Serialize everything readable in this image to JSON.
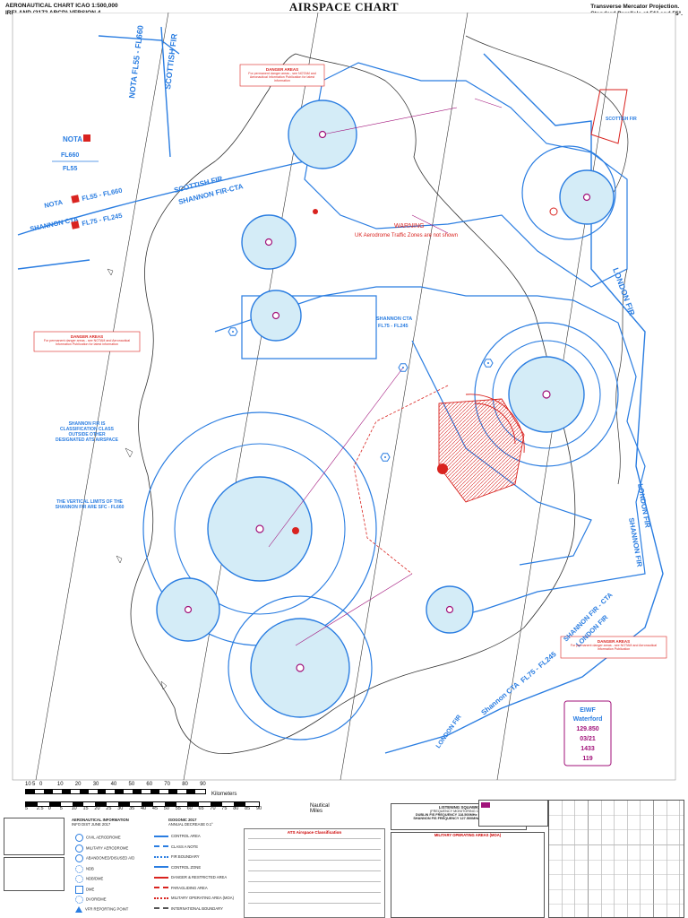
{
  "header": {
    "left_line1": "AERONAUTICAL CHART ICAO 1:500,000",
    "left_line2": "IRELAND (2172 ABCD) VERSION 4",
    "title": "AIRSPACE CHART",
    "right_line1": "Transverse Mercator Projection.",
    "right_line2": "Standard Parallels at 51° and 55°."
  },
  "map": {
    "fir_labels": {
      "scottish_fir_vertical": "SCOTTISH FIR",
      "nota_fl660_vertical": "NOTA FL55 - FL660",
      "scottish_fir_diag": "SCOTTISH FIR",
      "shannon_fir_cta": "SHANNON FIR-CTA",
      "nota": "NOTA",
      "fl660": "FL660",
      "fl55": "FL55",
      "nota_range": "NOTA",
      "nota_range_val": "FL55 - FL660",
      "shannon_cta_upper": "SHANNON CTA",
      "shannon_cta_upper_val": "FL75 - FL245",
      "london_fir_right": "LONDON FIR",
      "london_fir_lower": "LONDON FIR",
      "shannon_fir_right": "SHANNON FIR",
      "shannon_cta_mid": "SHANNON CTA",
      "shannon_cta_mid_val": "FL75 - FL245",
      "shannon_fir_cta_lower": "SHANNON FIR - CTA",
      "london_fir_diag": "LONDON FIR",
      "shannon_cta_lower": "Shannon CTA",
      "shannon_cta_lower_val": "FL75 - FL245",
      "london_fir_bottom": "LONDON FIR",
      "scottish_fir_corner": "SCOTTISH FIR"
    },
    "warning": {
      "title": "WARNING",
      "text": "UK Aerodrome Traffic Zones are not shown"
    },
    "danger_areas": [
      {
        "title": "DANGER AREAS",
        "text": "For permanent danger areas - see NOTAM and Aeronautical Information Publication for latest information"
      },
      {
        "title": "DANGER AREAS",
        "text": "For permanent danger areas - see NOTAM and Aeronautical Information Publication for latest information"
      },
      {
        "title": "DANGER AREAS",
        "text": "For permanent danger areas - see NOTAM and Aeronautical Information Publication"
      }
    ],
    "side_notes": [
      {
        "text": "SHANNON FIR IS CLASSIFICATION CLASS OUTSIDE OTHER DESIGNATED ATS AIRSPACE"
      },
      {
        "text": "THE VERTICAL LIMITS OF THE SHANNON FIR ARE SFC - FL660"
      }
    ],
    "aerodrome_box": {
      "name": "EIWF",
      "city": "Waterford",
      "freq": "129.850",
      "runway": "03/21",
      "length": "1433",
      "elev": "119"
    }
  },
  "legend": {
    "scale_km": "Kilometers",
    "scale_nm": "Nautical Miles",
    "km_ticks": [
      "10",
      "5",
      "0",
      "10",
      "20",
      "30",
      "40",
      "50",
      "60",
      "70",
      "80",
      "90"
    ],
    "nm_ticks": [
      "5",
      "2.5",
      "0",
      "5",
      "10",
      "15",
      "20",
      "25",
      "30",
      "35",
      "40",
      "45",
      "50",
      "55",
      "60",
      "65",
      "70",
      "75",
      "80",
      "85",
      "90"
    ],
    "aip_label": "AERONAUTICAL INFORMATION",
    "aip_date": "INFO DIST JUNE 2017",
    "isogonic_label": "ISOGONIC 2017",
    "isogonic_change": "ANNUAL DECREASE 0.1°",
    "symbols": [
      {
        "label": "CIVIL AERODROME",
        "kind": "circle"
      },
      {
        "label": "MILITARY AERODROME",
        "kind": "circle"
      },
      {
        "label": "ABANDONED/DISUSED A/D",
        "kind": "circle"
      },
      {
        "label": "NDB",
        "kind": "ndb"
      },
      {
        "label": "NDB/DME",
        "kind": "ndb"
      },
      {
        "label": "DME",
        "kind": "square"
      },
      {
        "label": "DVOR/DME",
        "kind": "hex"
      },
      {
        "label": "VFR REPORTING POINT",
        "kind": "triangle"
      }
    ],
    "lines": [
      {
        "label": "CONTROL AREA"
      },
      {
        "label": "CLASS A NOTE"
      },
      {
        "label": "FIR BOUNDARY"
      },
      {
        "label": "CONTROL ZONE"
      },
      {
        "label": "DANGER & RESTRICTED AREA"
      },
      {
        "label": "PARAGLIDING AREA"
      },
      {
        "label": "MILITARY OPERATING AREA (MOA)"
      },
      {
        "label": "INTERNATIONAL BOUNDARY"
      }
    ],
    "class_title": "ATS Airspace Classification",
    "listening": {
      "title": "LISTENING SQUAWK",
      "l1": "(FREQUENCY MONITORING CODE)",
      "l2": "DUBLIN FIS FREQUENCY 118.500MHz SQUAWK 0045",
      "l3": "SHANNON FIS FREQUENCY 127.500MHz SQUAWK 0045"
    },
    "military_title": "MILITARY OPERATING AREAS (MOA)",
    "colors": {
      "blue": "#2a7de1",
      "red": "#d9231f",
      "magenta": "#a1127a",
      "water": "#d4ecf7"
    }
  }
}
